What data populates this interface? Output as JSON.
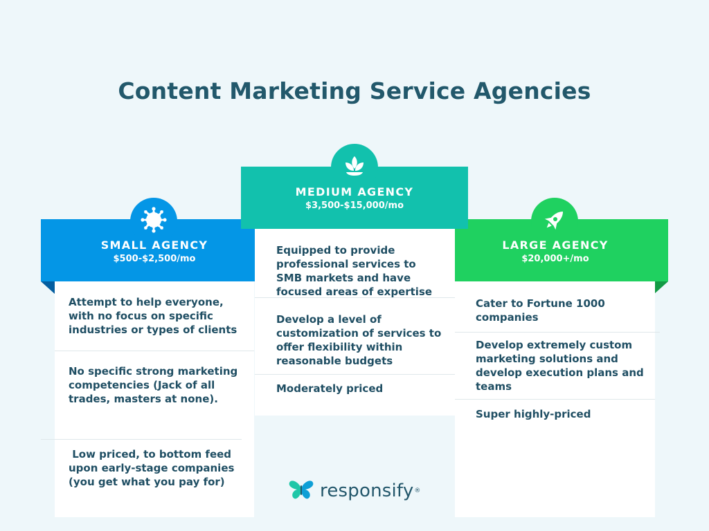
{
  "title": "Content Marketing Service Agencies",
  "tiers": {
    "small": {
      "name": "SMALL AGENCY",
      "price": "$500-$2,500/mo",
      "icon": "splat-icon",
      "color": "#0496e6",
      "items": [
        "Attempt to help everyone, with no focus on specific industries or types of clients",
        "No specific strong marketing competencies (Jack of all trades, masters at none).",
        " Low priced, to bottom feed upon early-stage companies (you get what you pay for)"
      ]
    },
    "medium": {
      "name": "MEDIUM AGENCY",
      "price": "$3,500-$15,000/mo",
      "icon": "sprout-icon",
      "color": "#12c1ad",
      "items": [
        "Equipped to provide professional services to SMB markets and have focused areas of expertise",
        "Develop a level of customization of services to offer flexibility within reasonable budgets",
        "Moderately priced"
      ]
    },
    "large": {
      "name": "LARGE AGENCY",
      "price": "$20,000+/mo",
      "icon": "rocket-icon",
      "color": "#1fd160",
      "items": [
        "Cater to Fortune 1000 companies",
        "Develop extremely custom marketing solutions and develop execution plans and teams",
        "Super highly-priced"
      ]
    }
  },
  "brand": {
    "name": "responsify",
    "mark": "®",
    "icon": "butterfly-icon"
  }
}
